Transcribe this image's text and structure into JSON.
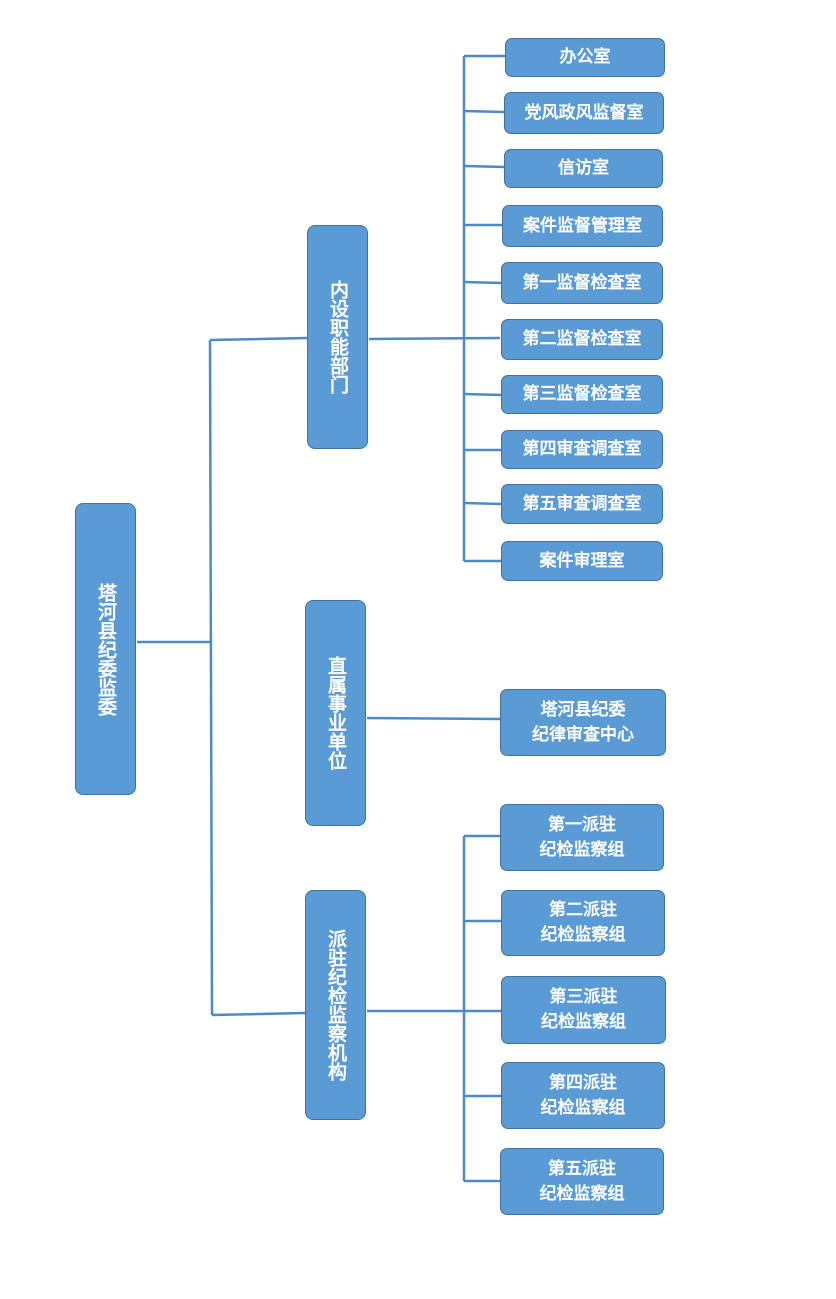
{
  "root": {
    "label": "塔河县纪委监委"
  },
  "branches": {
    "internal": {
      "label": "内设职能部门",
      "items": [
        "办公室",
        "党风政风监督室",
        "信访室",
        "案件监督管理室",
        "第一监督检查室",
        "第二监督检查室",
        "第三监督检查室",
        "第四审查调查室",
        "第五审查调查室",
        "案件审理室"
      ]
    },
    "affiliated": {
      "label": "直属事业单位",
      "items": [
        "塔河县纪委\n纪律审查中心"
      ]
    },
    "dispatched": {
      "label": "派驻纪检监察机构",
      "items": [
        "第一派驻\n纪检监察组",
        "第二派驻\n纪检监察组",
        "第三派驻\n纪检监察组",
        "第四派驻\n纪检监察组",
        "第五派驻\n纪检监察组"
      ]
    }
  },
  "colors": {
    "box_fill": "#5b9bd5",
    "box_border": "#41719c",
    "connector": "#4b8ac9",
    "text": "#ffffff"
  }
}
